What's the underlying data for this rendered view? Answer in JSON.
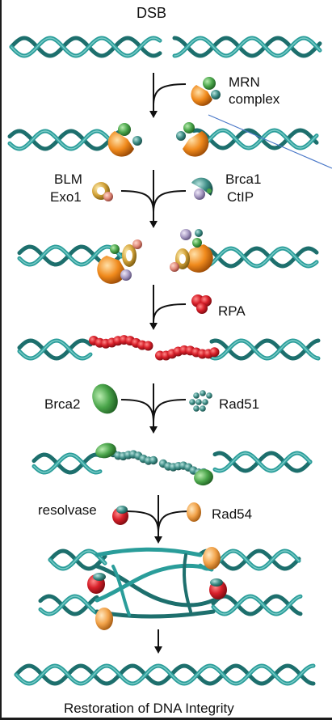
{
  "title": "DSB",
  "footer": "Restoration of DNA Integrity",
  "labels": {
    "mrn_line1": "MRN",
    "mrn_line2": "complex",
    "blm": "BLM",
    "exo1": "Exo1",
    "brca1": "Brca1",
    "ctip": "CtIP",
    "rpa": "RPA",
    "brca2": "Brca2",
    "rad51": "Rad51",
    "resolvase": "resolvase",
    "rad54": "Rad54"
  },
  "colors": {
    "dna_strand": "#2a9d9a",
    "dna_dark": "#1d6f6d",
    "rpa_red": "#d8202a",
    "brca2_green": "#4aa54a",
    "rad51_teal": "#2f6f6a",
    "mrn_orange": "#f08a1c",
    "rad54_orange": "#f2a34a",
    "annotation_line": "#4a78c8"
  }
}
